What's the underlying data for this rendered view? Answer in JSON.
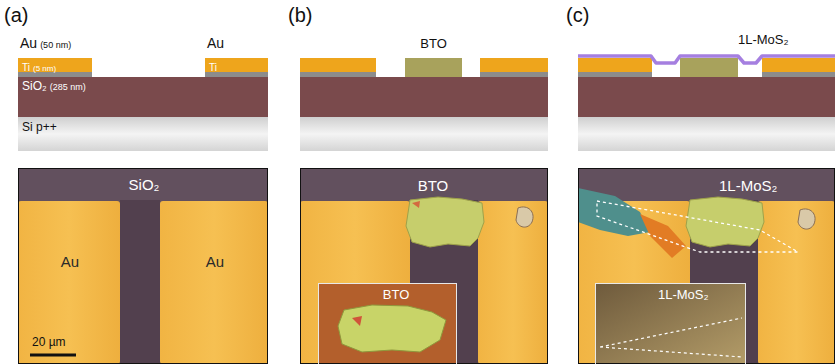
{
  "diagram": {
    "nodes": [
      {
        "text": [
          "Au",
          "(50 nm)"
        ]
      },
      {
        "text": [
          "Au"
        ]
      },
      {
        "text": [
          "SiO₂",
          "(285 nm)"
        ]
      },
      {
        "text": [
          "Si p++"
        ]
      },
      {
        "text": [
          "BTO"
        ]
      },
      {
        "text": [
          "1L-MoS₂"
        ]
      },
      {
        "text": [
          "SiO₂"
        ]
      },
      {
        "text": [
          "Au"
        ],
        "in": 6
      },
      {
        "text": [
          "Au"
        ],
        "in": 6
      },
      {
        "text": [
          "BTO"
        ]
      },
      {
        "text": [
          "BTO"
        ],
        "in": 9
      },
      {
        "text": [
          "1L-MoS₂"
        ]
      },
      {
        "text": [
          "1L-MoS₂"
        ],
        "in": 11
      }
    ],
    "labels": [
      "(a)",
      "Ti",
      "(5 nm)",
      "Ti",
      "(b)",
      "(c)",
      "20 µm"
    ]
  }
}
